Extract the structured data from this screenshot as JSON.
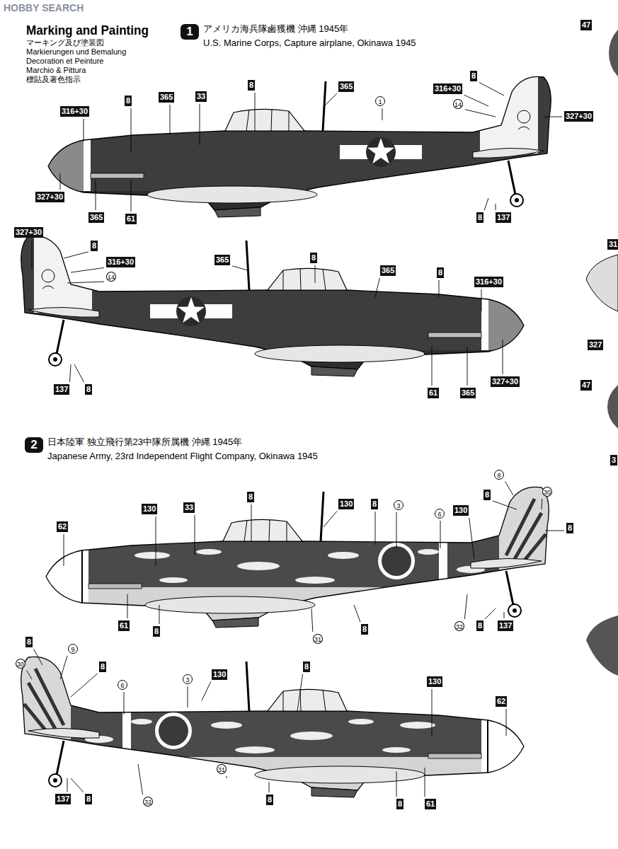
{
  "diagram": {
    "title": "Marking and Painting",
    "labels": [
      "HOBBY SEARCH",
      "マーキング及び塗装図",
      "Markierungen und Bemalung",
      "Decoration et Peinture",
      "Marchio & Pittura",
      "標貼及著色指示",
      "1",
      "アメリカ海兵隊鹵獲機 沖縄 1945年",
      "U.S. Marine Corps, Capture airplane, Okinawa 1945",
      "316+30",
      "8",
      "365",
      "33",
      "8",
      "365",
      "1",
      "8",
      "316+30",
      "14",
      "327+30",
      "327+30",
      "365",
      "61",
      "8",
      "137",
      "327+30",
      "8",
      "316+30",
      "14",
      "365",
      "8",
      "365",
      "8",
      "316+30",
      "137",
      "8",
      "61",
      "365",
      "327+30",
      "2",
      "日本陸軍 独立飛行第23中隊所属機 沖縄 1945年",
      "Japanese Army, 23rd Independent Flight Company, Okinawa 1945",
      "62",
      "130",
      "33",
      "8",
      "130",
      "8",
      "3",
      "6",
      "130",
      "8",
      "8",
      "30",
      "8",
      "61",
      "8",
      "31",
      "8",
      "32",
      "8",
      "137",
      "8",
      "9",
      "8",
      "30",
      "6",
      "3",
      "130",
      "8",
      "130",
      "62",
      "31",
      "137",
      "8",
      "32",
      "8",
      "8",
      "61",
      "47",
      "31",
      "327",
      "47",
      "3"
    ]
  }
}
